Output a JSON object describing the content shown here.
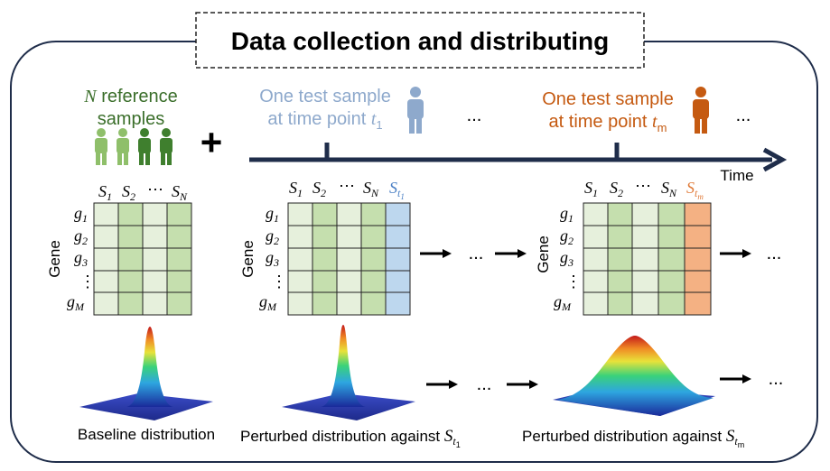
{
  "title": "Data collection and distributing",
  "time_label": "Time",
  "reference": {
    "var": "N",
    "line1_rest": " reference",
    "line2": "samples",
    "plus": "+"
  },
  "test1": {
    "line1": "One test sample",
    "line2": "at time point ",
    "var": "t",
    "sub": "1"
  },
  "testm": {
    "line1": "One test sample",
    "line2": "at time point ",
    "var": "t",
    "sub": "m"
  },
  "ellipsis": "...",
  "dots": "⋯",
  "gene_label": "Gene",
  "col_labels": {
    "s": "S",
    "sub1": "1",
    "sub2": "2",
    "subN": "N",
    "st": "t",
    "st1": "1",
    "stm": "m"
  },
  "row_labels": {
    "g": "g",
    "sub1": "1",
    "sub2": "2",
    "sub3": "3",
    "subM": "M",
    "vdots": "⋮"
  },
  "captions": {
    "baseline": "Baseline distribution",
    "perturbed_prefix": "Perturbed distribution against ",
    "s": "S",
    "t": "t",
    "sub1": "1",
    "subm": "m"
  },
  "colors": {
    "reference_green": "#3a6e2a",
    "person_light": "#8fbf6a",
    "person_dark": "#3f7f2e",
    "test1_blue": "#8ea9cc",
    "testm_orange": "#c55a11",
    "grid_light": "#e6f0dc",
    "grid_green": "#c5dfae",
    "grid_blue": "#bdd7ee",
    "grid_orange": "#f4b183",
    "frame": "#1f2d4a"
  }
}
